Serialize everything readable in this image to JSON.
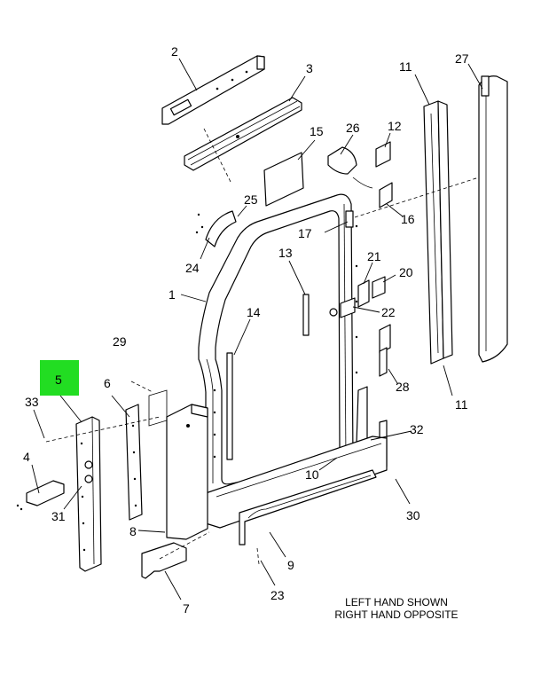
{
  "callouts": {
    "c1": "1",
    "c2": "2",
    "c3": "3",
    "c4": "4",
    "c5": "5",
    "c6": "6",
    "c7": "7",
    "c8": "8",
    "c9": "9",
    "c10": "10",
    "c11a": "11",
    "c11b": "11",
    "c12": "12",
    "c13": "13",
    "c14": "14",
    "c15": "15",
    "c16": "16",
    "c17": "17",
    "c20": "20",
    "c21": "21",
    "c22": "22",
    "c23": "23",
    "c24": "24",
    "c25": "25",
    "c26": "26",
    "c27": "27",
    "c28": "28",
    "c29": "29",
    "c30": "30",
    "c31": "31",
    "c32": "32",
    "c33": "33"
  },
  "highlight": {
    "label": "5",
    "color": "#22dd22"
  },
  "note": {
    "line1": "LEFT HAND SHOWN",
    "line2": "RIGHT HAND OPPOSITE"
  }
}
